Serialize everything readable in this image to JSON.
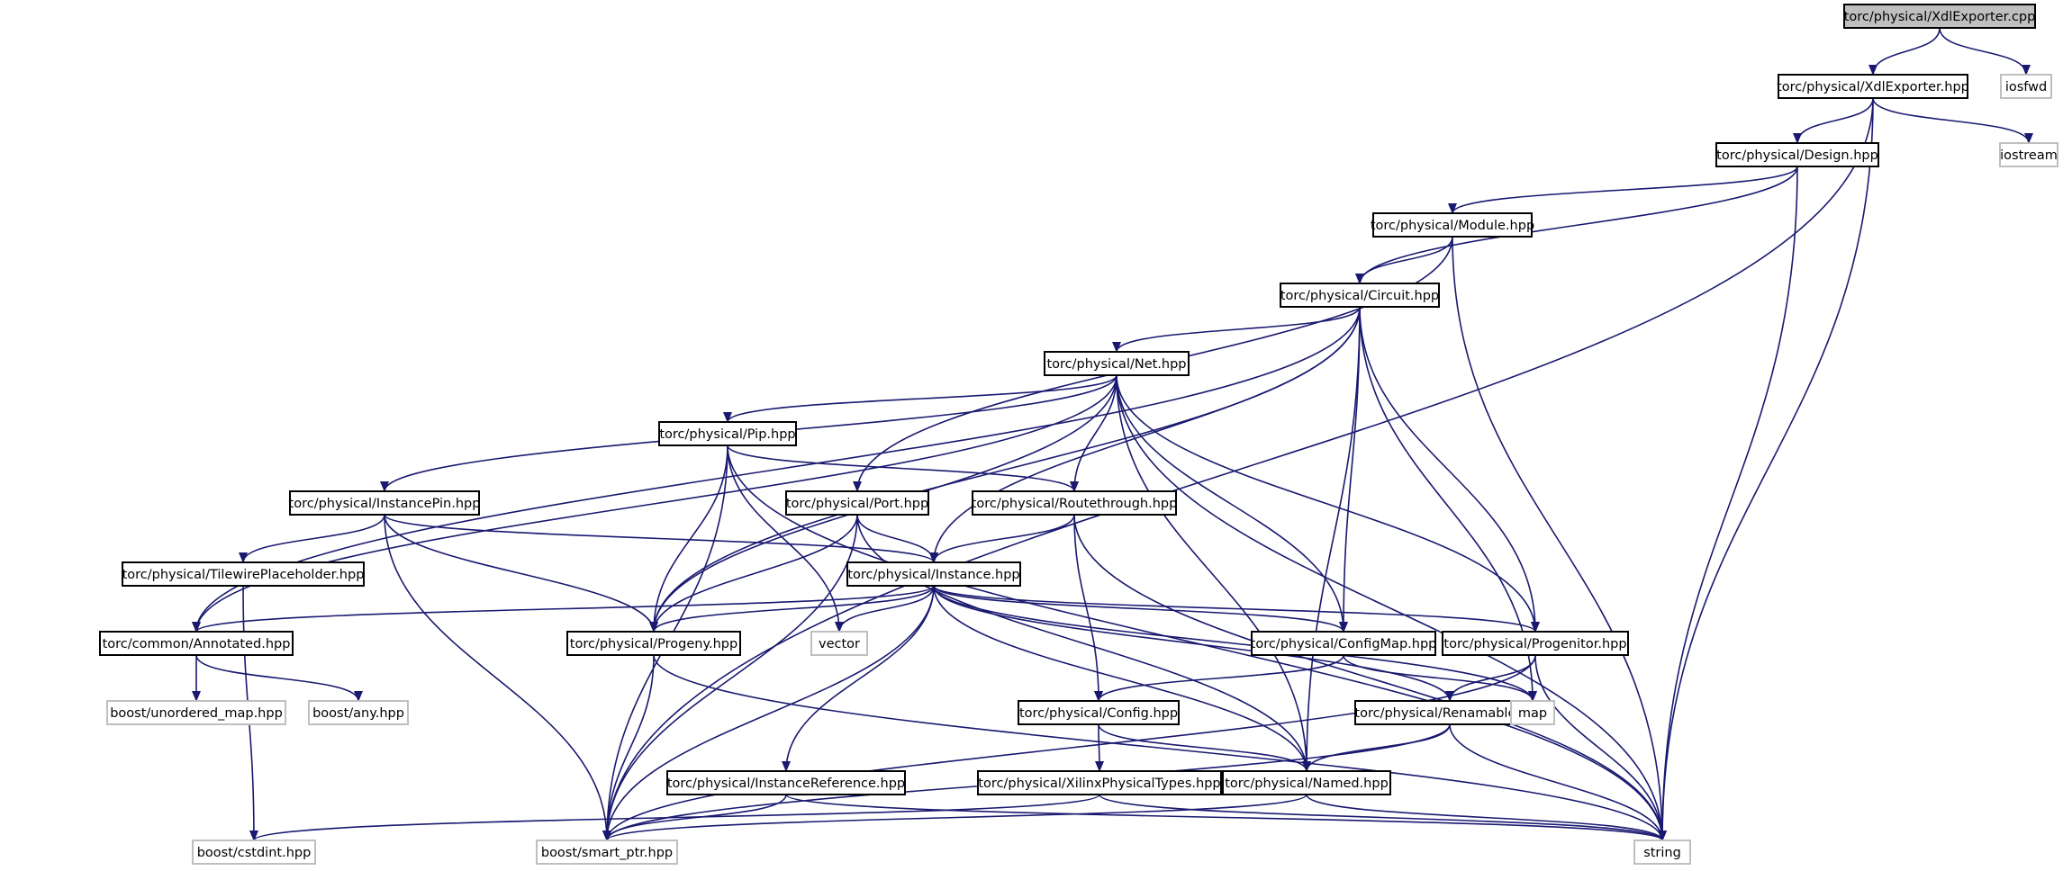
{
  "colors": {
    "edge": "#191970",
    "local_border": "#000000",
    "external_border": "#bfbfbf",
    "root_fill": "#bfbfbf",
    "background": "#ffffff"
  },
  "nodes": [
    {
      "id": "xdlexporter_cpp",
      "label": "torc/physical/XdlExporter.cpp",
      "kind": "root"
    },
    {
      "id": "iosfwd",
      "label": "iosfwd",
      "kind": "external"
    },
    {
      "id": "xdlexporter_hpp",
      "label": "torc/physical/XdlExporter.hpp",
      "kind": "local"
    },
    {
      "id": "iostream",
      "label": "iostream",
      "kind": "external"
    },
    {
      "id": "design_hpp",
      "label": "torc/physical/Design.hpp",
      "kind": "local"
    },
    {
      "id": "module_hpp",
      "label": "torc/physical/Module.hpp",
      "kind": "local"
    },
    {
      "id": "circuit_hpp",
      "label": "torc/physical/Circuit.hpp",
      "kind": "local"
    },
    {
      "id": "net_hpp",
      "label": "torc/physical/Net.hpp",
      "kind": "local"
    },
    {
      "id": "pip_hpp",
      "label": "torc/physical/Pip.hpp",
      "kind": "local"
    },
    {
      "id": "instancepin_hpp",
      "label": "torc/physical/InstancePin.hpp",
      "kind": "local"
    },
    {
      "id": "port_hpp",
      "label": "torc/physical/Port.hpp",
      "kind": "local"
    },
    {
      "id": "routethrough_hpp",
      "label": "torc/physical/Routethrough.hpp",
      "kind": "local"
    },
    {
      "id": "tilewireplaceholder_hpp",
      "label": "torc/physical/TilewirePlaceholder.hpp",
      "kind": "local"
    },
    {
      "id": "instance_hpp",
      "label": "torc/physical/Instance.hpp",
      "kind": "local"
    },
    {
      "id": "annotated_hpp",
      "label": "torc/common/Annotated.hpp",
      "kind": "local"
    },
    {
      "id": "progeny_hpp",
      "label": "torc/physical/Progeny.hpp",
      "kind": "local"
    },
    {
      "id": "vector",
      "label": "vector",
      "kind": "external"
    },
    {
      "id": "configmap_hpp",
      "label": "torc/physical/ConfigMap.hpp",
      "kind": "local"
    },
    {
      "id": "progenitor_hpp",
      "label": "torc/physical/Progenitor.hpp",
      "kind": "local"
    },
    {
      "id": "unordered_map_hpp",
      "label": "boost/unordered_map.hpp",
      "kind": "external"
    },
    {
      "id": "any_hpp",
      "label": "boost/any.hpp",
      "kind": "external"
    },
    {
      "id": "config_hpp",
      "label": "torc/physical/Config.hpp",
      "kind": "local"
    },
    {
      "id": "renamable_hpp",
      "label": "torc/physical/Renamable.hpp",
      "kind": "local"
    },
    {
      "id": "map",
      "label": "map",
      "kind": "external"
    },
    {
      "id": "instancereference_hpp",
      "label": "torc/physical/InstanceReference.hpp",
      "kind": "local"
    },
    {
      "id": "xilinxphysicaltypes_hpp",
      "label": "torc/physical/XilinxPhysicalTypes.hpp",
      "kind": "local"
    },
    {
      "id": "named_hpp",
      "label": "torc/physical/Named.hpp",
      "kind": "local"
    },
    {
      "id": "cstdint_hpp",
      "label": "boost/cstdint.hpp",
      "kind": "external"
    },
    {
      "id": "smart_ptr_hpp",
      "label": "boost/smart_ptr.hpp",
      "kind": "external"
    },
    {
      "id": "string",
      "label": "string",
      "kind": "external"
    }
  ],
  "edges": [
    [
      "xdlexporter_cpp",
      "xdlexporter_hpp"
    ],
    [
      "xdlexporter_cpp",
      "iosfwd"
    ],
    [
      "xdlexporter_hpp",
      "design_hpp"
    ],
    [
      "xdlexporter_hpp",
      "iostream"
    ],
    [
      "xdlexporter_hpp",
      "string"
    ],
    [
      "xdlexporter_hpp",
      "smart_ptr_hpp"
    ],
    [
      "design_hpp",
      "module_hpp"
    ],
    [
      "design_hpp",
      "circuit_hpp"
    ],
    [
      "design_hpp",
      "string"
    ],
    [
      "module_hpp",
      "circuit_hpp"
    ],
    [
      "module_hpp",
      "port_hpp"
    ],
    [
      "module_hpp",
      "string"
    ],
    [
      "circuit_hpp",
      "net_hpp"
    ],
    [
      "circuit_hpp",
      "instance_hpp"
    ],
    [
      "circuit_hpp",
      "configmap_hpp"
    ],
    [
      "circuit_hpp",
      "progenitor_hpp"
    ],
    [
      "circuit_hpp",
      "map"
    ],
    [
      "circuit_hpp",
      "annotated_hpp"
    ],
    [
      "circuit_hpp",
      "progeny_hpp"
    ],
    [
      "circuit_hpp",
      "named_hpp"
    ],
    [
      "net_hpp",
      "pip_hpp"
    ],
    [
      "net_hpp",
      "instancepin_hpp"
    ],
    [
      "net_hpp",
      "routethrough_hpp"
    ],
    [
      "net_hpp",
      "annotated_hpp"
    ],
    [
      "net_hpp",
      "progeny_hpp"
    ],
    [
      "net_hpp",
      "named_hpp"
    ],
    [
      "net_hpp",
      "configmap_hpp"
    ],
    [
      "net_hpp",
      "progenitor_hpp"
    ],
    [
      "net_hpp",
      "string"
    ],
    [
      "pip_hpp",
      "routethrough_hpp"
    ],
    [
      "pip_hpp",
      "progeny_hpp"
    ],
    [
      "pip_hpp",
      "vector"
    ],
    [
      "pip_hpp",
      "smart_ptr_hpp"
    ],
    [
      "pip_hpp",
      "string"
    ],
    [
      "instancepin_hpp",
      "tilewireplaceholder_hpp"
    ],
    [
      "instancepin_hpp",
      "instance_hpp"
    ],
    [
      "instancepin_hpp",
      "progeny_hpp"
    ],
    [
      "instancepin_hpp",
      "smart_ptr_hpp"
    ],
    [
      "port_hpp",
      "instance_hpp"
    ],
    [
      "port_hpp",
      "progeny_hpp"
    ],
    [
      "port_hpp",
      "named_hpp"
    ],
    [
      "port_hpp",
      "smart_ptr_hpp"
    ],
    [
      "routethrough_hpp",
      "instance_hpp"
    ],
    [
      "routethrough_hpp",
      "config_hpp"
    ],
    [
      "routethrough_hpp",
      "string"
    ],
    [
      "tilewireplaceholder_hpp",
      "cstdint_hpp"
    ],
    [
      "instance_hpp",
      "annotated_hpp"
    ],
    [
      "instance_hpp",
      "progeny_hpp"
    ],
    [
      "instance_hpp",
      "vector"
    ],
    [
      "instance_hpp",
      "configmap_hpp"
    ],
    [
      "instance_hpp",
      "progenitor_hpp"
    ],
    [
      "instance_hpp",
      "map"
    ],
    [
      "instance_hpp",
      "renamable_hpp"
    ],
    [
      "instance_hpp",
      "named_hpp"
    ],
    [
      "instance_hpp",
      "instancereference_hpp"
    ],
    [
      "instance_hpp",
      "smart_ptr_hpp"
    ],
    [
      "annotated_hpp",
      "unordered_map_hpp"
    ],
    [
      "annotated_hpp",
      "any_hpp"
    ],
    [
      "progeny_hpp",
      "smart_ptr_hpp"
    ],
    [
      "progeny_hpp",
      "string"
    ],
    [
      "configmap_hpp",
      "config_hpp"
    ],
    [
      "configmap_hpp",
      "map"
    ],
    [
      "progenitor_hpp",
      "renamable_hpp"
    ],
    [
      "progenitor_hpp",
      "smart_ptr_hpp"
    ],
    [
      "progenitor_hpp",
      "string"
    ],
    [
      "config_hpp",
      "xilinxphysicaltypes_hpp"
    ],
    [
      "config_hpp",
      "named_hpp"
    ],
    [
      "renamable_hpp",
      "named_hpp"
    ],
    [
      "renamable_hpp",
      "smart_ptr_hpp"
    ],
    [
      "renamable_hpp",
      "string"
    ],
    [
      "instancereference_hpp",
      "smart_ptr_hpp"
    ],
    [
      "instancereference_hpp",
      "string"
    ],
    [
      "xilinxphysicaltypes_hpp",
      "cstdint_hpp"
    ],
    [
      "xilinxphysicaltypes_hpp",
      "string"
    ],
    [
      "named_hpp",
      "smart_ptr_hpp"
    ],
    [
      "named_hpp",
      "string"
    ]
  ]
}
